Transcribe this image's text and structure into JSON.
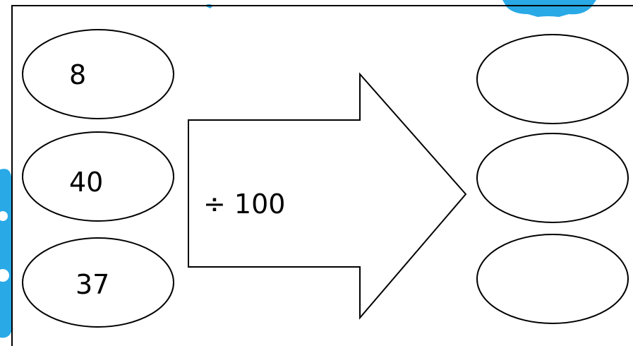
{
  "colors": {
    "background": "#ffffff",
    "stroke": "#000000",
    "decoration": "#29a9e6"
  },
  "inputs": [
    "8",
    "40",
    "37"
  ],
  "operation": "÷ 100",
  "outputs": [
    "",
    "",
    ""
  ]
}
